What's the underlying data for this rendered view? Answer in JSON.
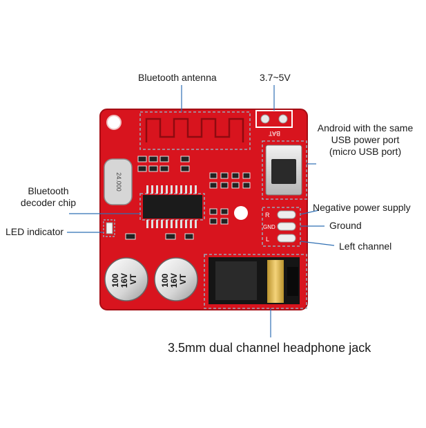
{
  "labels": {
    "antenna": "Bluetooth antenna",
    "voltage": "3.7~5V",
    "usb_line1": "Android with the same",
    "usb_line2": "USB power port",
    "usb_line3": "(micro USB port)",
    "chip_line1": "Bluetooth",
    "chip_line2": "decoder chip",
    "led": "LED indicator",
    "neg_power": "Negative power supply",
    "ground": "Ground",
    "left_channel": "Left channel",
    "jack": "3.5mm dual channel headphone jack"
  },
  "board": {
    "bat_label": "BAT",
    "crystal_label": "24.000",
    "pin_r": "R",
    "pin_gnd": "GND",
    "pin_l": "L",
    "cap_left": [
      "100",
      "16V",
      "VT"
    ],
    "cap_right": [
      "100",
      "16V",
      "VT"
    ]
  },
  "colors": {
    "pcb": "#d8141e",
    "pcb_dark": "#a50d14",
    "callout_line": "#2f6fb3",
    "dashed_box": "#9aa7b5"
  }
}
